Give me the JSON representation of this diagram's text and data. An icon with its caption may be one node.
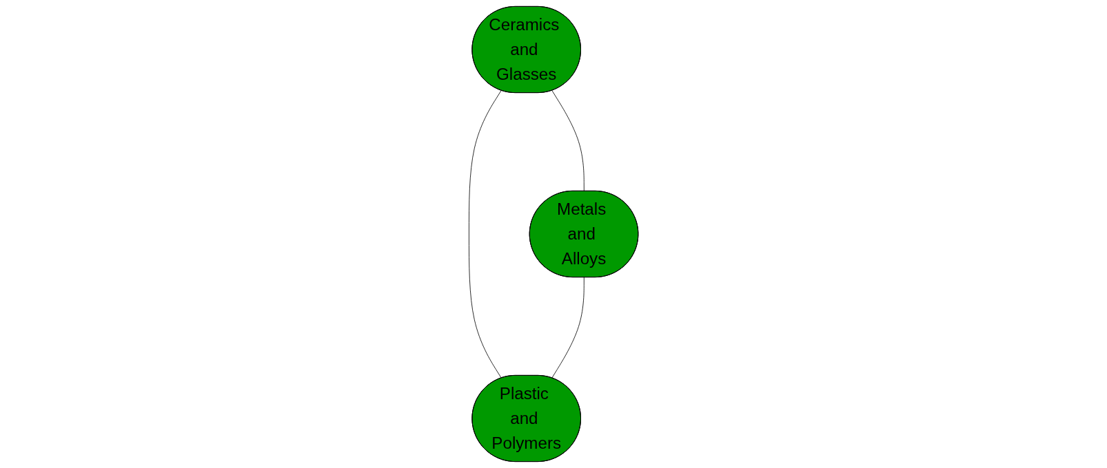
{
  "diagram": {
    "nodes": [
      {
        "text": [
          "Ceramics and Glasses"
        ]
      },
      {
        "text": [
          "Metals and Alloys"
        ]
      },
      {
        "text": [
          "Plastic and Polymers"
        ]
      }
    ],
    "edges": [
      {
        "from": 0,
        "to": 1,
        "arrow": "none"
      },
      {
        "from": 0,
        "to": 2,
        "arrow": "none"
      },
      {
        "from": 1,
        "to": 2,
        "arrow": "none"
      }
    ]
  }
}
